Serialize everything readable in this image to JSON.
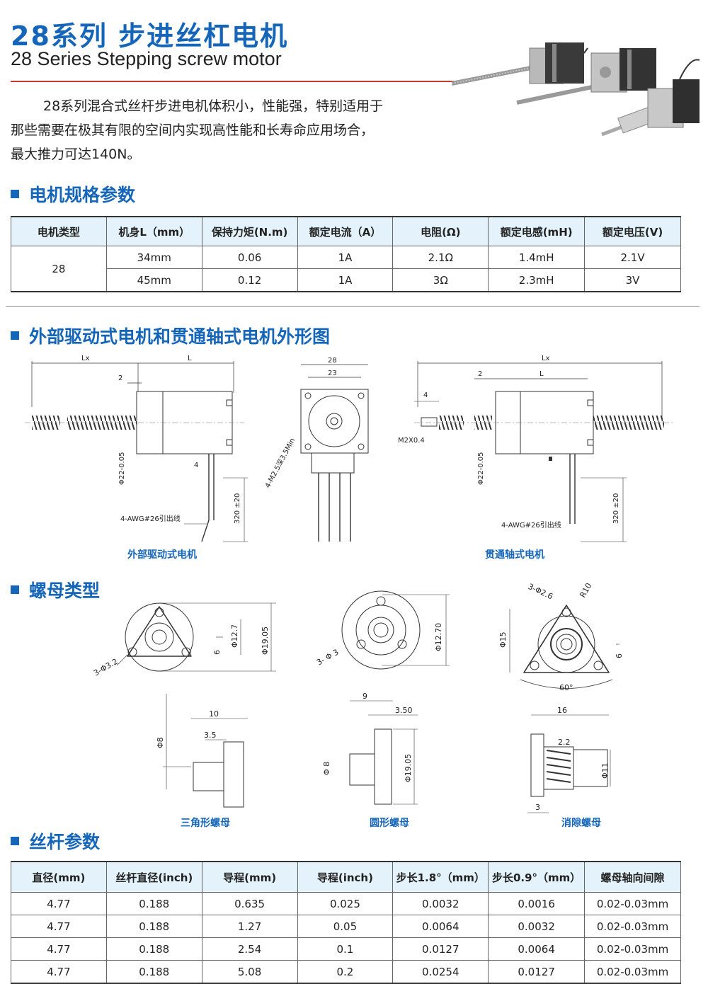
{
  "header": {
    "title_cn": "28系列 步进丝杠电机",
    "title_en": "28 Series Stepping screw motor"
  },
  "intro": "28系列混合式丝杆步进电机体积小，性能强，特别适用于那些需要在极其有限的空间内实现高性能和长寿命应用场合，最大推力可达140N。",
  "sections": {
    "spec": "电机规格参数",
    "outline": "外部驱动式电机和贯通轴式电机外形图",
    "nut": "螺母类型",
    "screw": "丝杆参数"
  },
  "spec_table": {
    "headers": [
      "电机类型",
      "机身L（mm）",
      "保持力矩(N.m)",
      "额定电流（A）",
      "电阻(Ω)",
      "额定电感(mH)",
      "额定电压(V)"
    ],
    "motor_type": "28",
    "rows": [
      [
        "34mm",
        "0.06",
        "1A",
        "2.1Ω",
        "1.4mH",
        "2.1V"
      ],
      [
        "45mm",
        "0.12",
        "1A",
        "3Ω",
        "2.3mH",
        "3V"
      ]
    ]
  },
  "outline_drawings": {
    "left": {
      "caption": "外部驱动式电机",
      "labels": {
        "lx": "Lx",
        "l": "L",
        "two": "2",
        "four": "4",
        "dia": "Φ22-0.05",
        "dia_sup": "0",
        "wire": "4-AWG#26引出线",
        "len": "320 ±20"
      }
    },
    "middle": {
      "labels": {
        "w28": "28",
        "w23": "23",
        "screw": "4-M2.5深3.5Min"
      }
    },
    "right": {
      "caption": "贯通轴式电机",
      "labels": {
        "lx": "Lx",
        "l": "L",
        "two": "2",
        "four": "4",
        "thread": "M2X0.4",
        "dia": "Φ22-0.05",
        "dia_sup": "0",
        "wire": "4-AWG#26引出线",
        "len": "320 ±20"
      }
    }
  },
  "nut_drawings": {
    "triangle": {
      "caption": "三角形螺母",
      "labels": {
        "holes": "3-Φ3.2",
        "d1": "Φ19.05",
        "d2": "Φ12.7",
        "d3": "6",
        "w10": "10",
        "w35": "3.5",
        "d8": "Φ8"
      }
    },
    "round": {
      "caption": "圆形螺母",
      "labels": {
        "holes": "3- Φ 3",
        "d1": "Φ12.70",
        "w9": "9",
        "w35": "3.50",
        "d8": "Φ 8",
        "d19": "Φ19.05"
      }
    },
    "anti": {
      "caption": "消隙螺母",
      "labels": {
        "holes": "3-Φ2.6",
        "r": "R10",
        "d15": "Φ15",
        "d6": "6",
        "angle": "60°",
        "w16": "16",
        "w22": "2.2",
        "d11": "Φ11",
        "w3": "3"
      }
    }
  },
  "screw_table": {
    "headers": [
      "直径(mm)",
      "丝杆直径(inch)",
      "导程(mm)",
      "导程(inch)",
      "步长1.8°（mm）",
      "步长0.9°（mm）",
      "螺母轴向间隙"
    ],
    "rows": [
      [
        "4.77",
        "0.188",
        "0.635",
        "0.025",
        "0.0032",
        "0.0016",
        "0.02-0.03mm"
      ],
      [
        "4.77",
        "0.188",
        "1.27",
        "0.05",
        "0.0064",
        "0.0032",
        "0.02-0.03mm"
      ],
      [
        "4.77",
        "0.188",
        "2.54",
        "0.1",
        "0.0127",
        "0.0064",
        "0.02-0.03mm"
      ],
      [
        "4.77",
        "0.188",
        "5.08",
        "0.2",
        "0.0254",
        "0.0127",
        "0.02-0.03mm"
      ]
    ]
  }
}
